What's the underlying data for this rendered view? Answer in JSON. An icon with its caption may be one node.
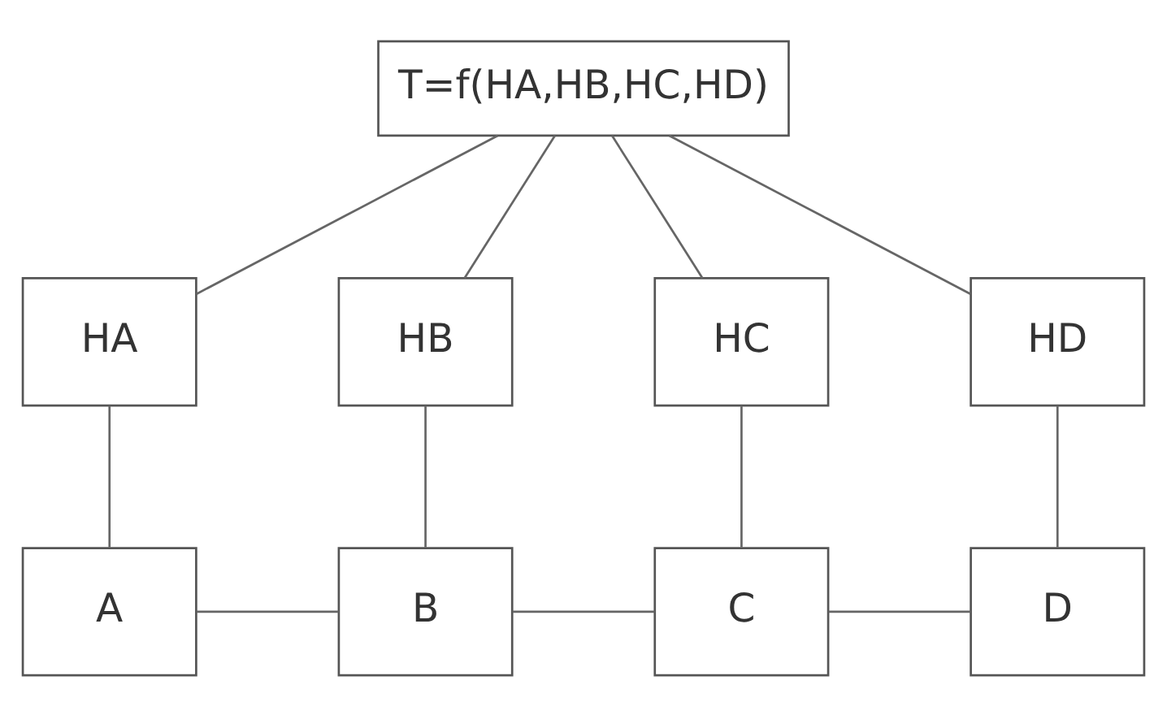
{
  "diagram": {
    "nodes": [
      {
        "text": [
          "T=f(HA,HB,HC,HD)"
        ]
      },
      {
        "text": [
          "HA"
        ]
      },
      {
        "text": [
          "HB"
        ]
      },
      {
        "text": [
          "HC"
        ]
      },
      {
        "text": [
          "HD"
        ]
      },
      {
        "text": [
          "A"
        ]
      },
      {
        "text": [
          "B"
        ]
      },
      {
        "text": [
          "C"
        ]
      },
      {
        "text": [
          "D"
        ]
      }
    ],
    "edges": [
      {
        "from": 0,
        "to": 1,
        "arrow": "none"
      },
      {
        "from": 0,
        "to": 2,
        "arrow": "none"
      },
      {
        "from": 0,
        "to": 3,
        "arrow": "none"
      },
      {
        "from": 0,
        "to": 4,
        "arrow": "none"
      },
      {
        "from": 1,
        "to": 5,
        "arrow": "none"
      },
      {
        "from": 2,
        "to": 6,
        "arrow": "none"
      },
      {
        "from": 3,
        "to": 7,
        "arrow": "none"
      },
      {
        "from": 4,
        "to": 8,
        "arrow": "none"
      },
      {
        "from": 5,
        "to": 6,
        "arrow": "none"
      },
      {
        "from": 6,
        "to": 7,
        "arrow": "none"
      },
      {
        "from": 7,
        "to": 8,
        "arrow": "none"
      }
    ]
  }
}
